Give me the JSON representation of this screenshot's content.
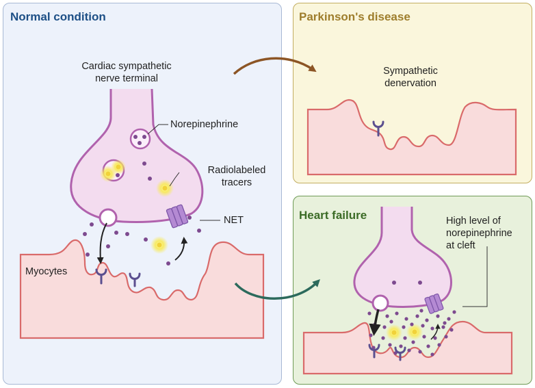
{
  "panels": {
    "normal": {
      "title": "Normal condition",
      "title_color": "#1d4f86",
      "labels": {
        "terminal_line1": "Cardiac sympathetic",
        "terminal_line2": "nerve terminal",
        "norepinephrine": "Norepinephrine",
        "tracers_line1": "Radiolabeled",
        "tracers_line2": "tracers",
        "net": "NET",
        "myocytes": "Myocytes"
      }
    },
    "parkinsons": {
      "title": "Parkinson's disease",
      "title_color": "#9e7d2c",
      "labels": {
        "denervation_line1": "Sympathetic",
        "denervation_line2": "denervation"
      }
    },
    "heart_failure": {
      "title": "Heart failure",
      "title_color": "#3b6b26",
      "labels": {
        "cleft_line1": "High level of",
        "cleft_line2": "norepinephrine",
        "cleft_line3": "at cleft"
      }
    }
  },
  "colors": {
    "nerve_fill": "#f3dcef",
    "nerve_stroke": "#b062ad",
    "myocyte_fill": "#f9dcdc",
    "myocyte_stroke": "#d96a6a",
    "norepinephrine_dot": "#7d4a8f",
    "tracer_glow": "#f6e35a",
    "transporter": "#b48ad3",
    "receptor": "#5b4f8f",
    "arrow_to_pd": "#8c5525",
    "arrow_to_hf": "#2c6a5c"
  }
}
